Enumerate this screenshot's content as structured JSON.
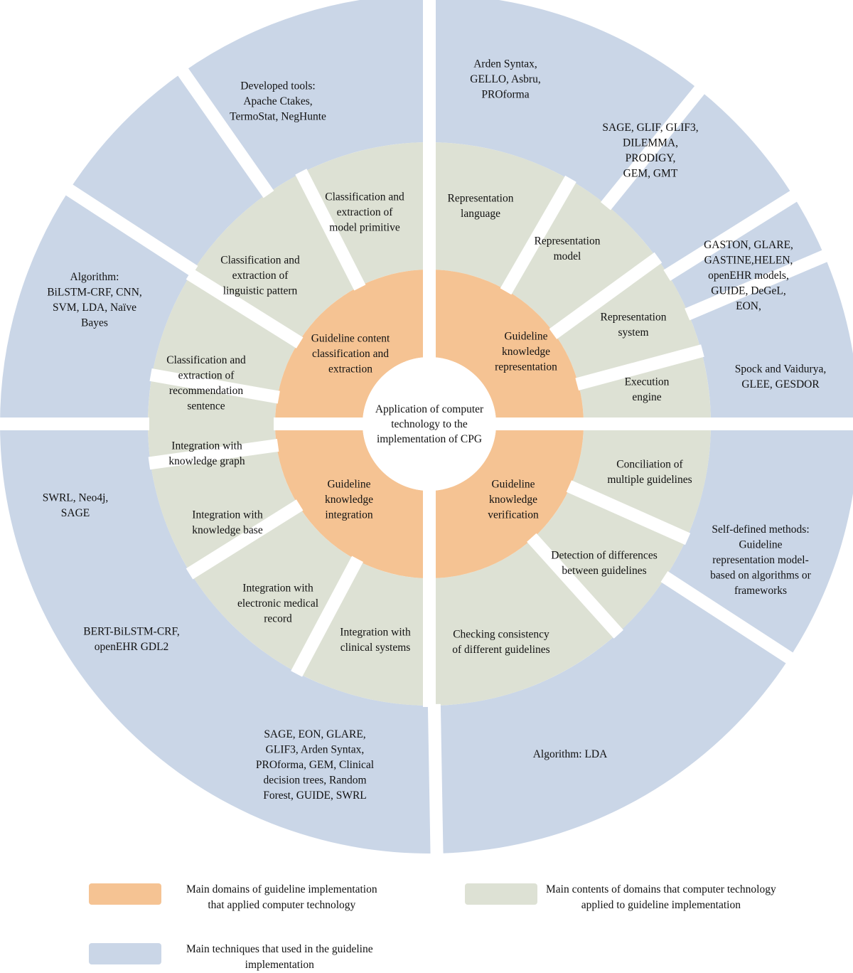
{
  "colors": {
    "domain": "#F5C393",
    "content": "#DDE1D4",
    "technique": "#CAD6E7"
  },
  "center": {
    "lines": [
      "Application of computer",
      "technology to the",
      "implementation of CPG"
    ]
  },
  "domains": [
    {
      "lines": [
        "Guideline content",
        "classification and",
        "extraction"
      ]
    },
    {
      "lines": [
        "Guideline",
        "knowledge",
        "representation"
      ]
    },
    {
      "lines": [
        "Guideline",
        "knowledge",
        "verification"
      ]
    },
    {
      "lines": [
        "Guideline",
        "knowledge",
        "integration"
      ]
    }
  ],
  "contents": [
    {
      "lines": [
        "Representation",
        "language"
      ]
    },
    {
      "lines": [
        "Representation",
        "model"
      ]
    },
    {
      "lines": [
        "Representation",
        "system"
      ]
    },
    {
      "lines": [
        "Execution",
        "engine"
      ]
    },
    {
      "lines": [
        "Conciliation of",
        "multiple guidelines"
      ]
    },
    {
      "lines": [
        "Detection of differences",
        "between guidelines"
      ]
    },
    {
      "lines": [
        "Checking consistency",
        "of different guidelines"
      ]
    },
    {
      "lines": [
        "Integration with",
        "clinical systems"
      ]
    },
    {
      "lines": [
        "Integration with",
        "electronic medical",
        "record"
      ]
    },
    {
      "lines": [
        "Integration with",
        "knowledge base"
      ]
    },
    {
      "lines": [
        "Integration with",
        "knowledge graph"
      ]
    },
    {
      "lines": [
        "Classification and",
        "extraction of",
        "recommendation",
        "sentence"
      ]
    },
    {
      "lines": [
        "Classification and",
        "extraction of",
        "linguistic pattern"
      ]
    },
    {
      "lines": [
        "Classification and",
        "extraction of",
        "model primitive"
      ]
    }
  ],
  "techniques": [
    {
      "lines": [
        "Arden Syntax,",
        "GELLO,  Asbru,",
        "PROforma"
      ]
    },
    {
      "lines": [
        "SAGE,  GLIF,  GLIF3,",
        "DILEMMA,",
        "PRODIGY,",
        "GEM,  GMT"
      ]
    },
    {
      "lines": [
        "GASTON,  GLARE,",
        "GASTINE,HELEN,",
        "openEHR models,",
        "GUIDE,  DeGeL,",
        "EON,"
      ]
    },
    {
      "lines": [
        "Spock and Vaidurya,",
        "GLEE,  GESDOR"
      ]
    },
    {
      "lines": [
        "Self-defined methods:",
        "Guideline",
        "representation model-",
        "based on algorithms  or",
        "frameworks"
      ]
    },
    {
      "lines": [
        "Algorithm:  LDA"
      ]
    },
    {
      "lines": [
        "SAGE,  EON,  GLARE,",
        "GLIF3,  Arden Syntax,",
        "PROforma,  GEM,  Clinical",
        "decision trees, Random",
        "Forest, GUIDE,  SWRL"
      ]
    },
    {
      "lines": [
        "BERT-BiLSTM-CRF,",
        "openEHR GDL2"
      ]
    },
    {
      "lines": [
        "SWRL,  Neo4j,",
        "SAGE"
      ]
    },
    {
      "lines": [
        "Algorithm:",
        "BiLSTM-CRF,  CNN,",
        "SVM,  LDA,  Naïve",
        "Bayes"
      ]
    },
    {
      "lines": [
        "Developed tools:",
        "Apache Ctakes,",
        "TermoStat,  NegHunte"
      ]
    }
  ],
  "legend": {
    "domain_label": "Main domains of guideline implementation\nthat applied computer technology",
    "content_label": "Main contents of domains that computer technology\napplied to guideline implementation",
    "technique_label": "Main techniques that used in the guideline\nimplementation"
  }
}
